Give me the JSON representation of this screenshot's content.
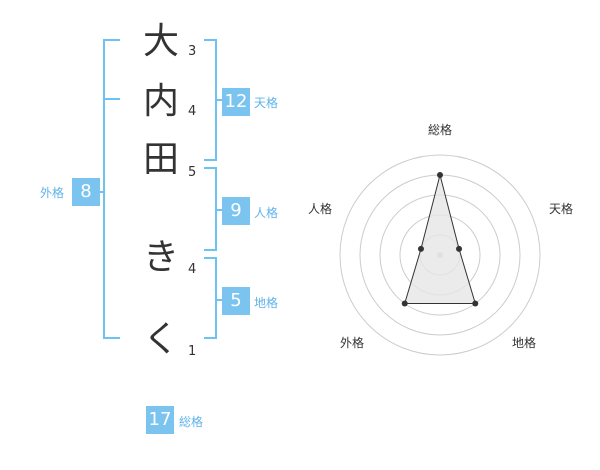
{
  "name": {
    "characters": [
      "大",
      "内",
      "田",
      "き",
      "く"
    ],
    "strokes": [
      "3",
      "4",
      "5",
      "4",
      "1"
    ]
  },
  "fortunes": {
    "tenkaku": {
      "value": "12",
      "label": "天格"
    },
    "jinkaku": {
      "value": "9",
      "label": "人格"
    },
    "chikaku": {
      "value": "5",
      "label": "地格"
    },
    "gaikaku": {
      "value": "8",
      "label": "外格"
    },
    "soukaku": {
      "value": "17",
      "label": "総格"
    }
  },
  "chart_data": {
    "type": "radar",
    "axes": [
      "総格",
      "天格",
      "地格",
      "外格",
      "人格"
    ],
    "values": [
      4,
      1,
      3,
      3,
      1
    ],
    "max": 5,
    "rings": 5,
    "colors": {
      "fill": "#e6e6e6",
      "line": "#333333",
      "grid": "#cccccc"
    }
  },
  "colors": {
    "accent": "#7cc4f0",
    "accent_text": "#5fb3ea",
    "bracket": "#6cc3f0"
  }
}
